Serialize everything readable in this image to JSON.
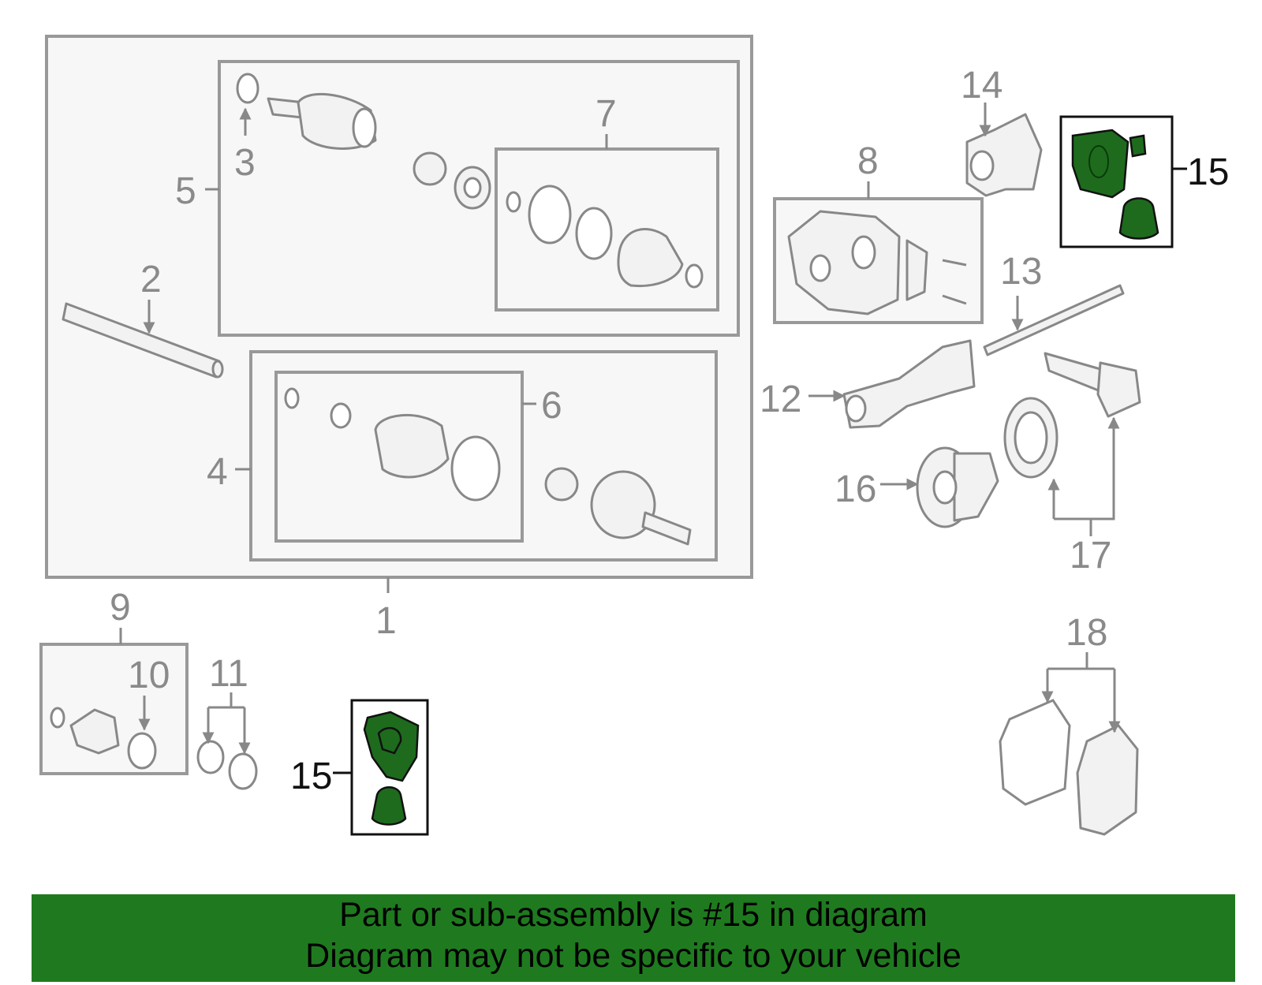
{
  "diagram": {
    "callouts": {
      "n1": "1",
      "n2": "2",
      "n3": "3",
      "n4": "4",
      "n5": "5",
      "n6": "6",
      "n7": "7",
      "n8": "8",
      "n9": "9",
      "n10": "10",
      "n11": "11",
      "n12": "12",
      "n13": "13",
      "n14": "14",
      "n15_top": "15",
      "n15_bottom": "15",
      "n16": "16",
      "n17": "17",
      "n18": "18"
    },
    "highlight_color": "#1f7a1f"
  },
  "banner": {
    "line1": "Part or sub-assembly is #15 in diagram",
    "line2": "Diagram may not be specific to your vehicle"
  }
}
